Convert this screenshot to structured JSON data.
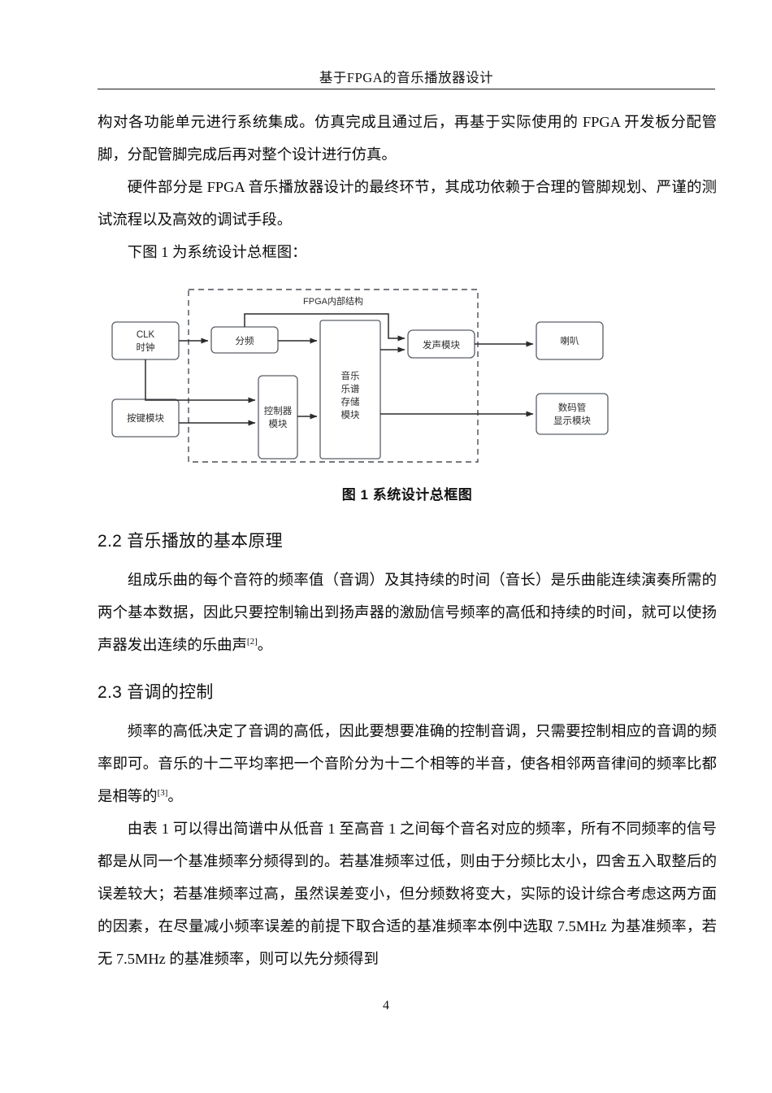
{
  "header": {
    "title": "基于FPGA的音乐播放器设计"
  },
  "body": {
    "para1": "构对各功能单元进行系统集成。仿真完成且通过后，再基于实际使用的 FPGA 开发板分配管脚，分配管脚完成后再对整个设计进行仿真。",
    "para2": "硬件部分是 FPGA 音乐播放器设计的最终环节，其成功依赖于合理的管脚规划、严谨的测试流程以及高效的调试手段。",
    "para3": "下图 1 为系统设计总框图：",
    "figure_caption": "图 1  系统设计总框图",
    "section_22_title": "2.2 音乐播放的基本原理",
    "para4_a": "组成乐曲的每个音符的频率值（音调）及其持续的时间（音长）是乐曲能连续演奏所需的两个基本数据，因此只要控制输出到扬声器的激励信号频率的高低和持续的时间，就可以使扬声器发出连续的乐曲声",
    "para4_sup": "[2]",
    "para4_b": "。",
    "section_23_title": "2.3 音调的控制",
    "para5_a": "频率的高低决定了音调的高低，因此要想要准确的控制音调，只需要控制相应的音调的频率即可。音乐的十二平均率把一个音阶分为十二个相等的半音，使各相邻两音律间的频率比都是相等的",
    "para5_sup": "[3]",
    "para5_b": "。",
    "para6": "由表 1 可以得出简谱中从低音 1 至高音 1 之间每个音名对应的频率，所有不同频率的信号都是从同一个基准频率分频得到的。若基准频率过低，则由于分频比太小，四舍五入取整后的误差较大；若基准频率过高，虽然误差变小，但分频数将变大，实际的设计综合考虑这两方面的因素，在尽量减小频率误差的前提下取合适的基准频率本例中选取 7.5MHz 为基准频率，若无 7.5MHz 的基准频率，则可以先分频得到"
  },
  "diagram": {
    "group_label": "FPGA内部结构",
    "nodes": {
      "clk": "CLK\n时钟",
      "clk_line1": "CLK",
      "clk_line2": "时钟",
      "key_module": "按键模块",
      "divider": "分频",
      "controller_line1": "控制器",
      "controller_line2": "模块",
      "storage_line1": "音乐",
      "storage_line2": "乐谱",
      "storage_line3": "存储",
      "storage_line4": "模块",
      "sound_module": "发声模块",
      "speaker": "喇叭",
      "display_line1": "数码管",
      "display_line2": "显示模块"
    },
    "colors": {
      "box_stroke": "#5a5f66",
      "dashed_stroke": "#4a4f55",
      "arrow": "#2b2b2b",
      "text": "#2b2b2b"
    }
  },
  "footer": {
    "page_number": "4"
  }
}
